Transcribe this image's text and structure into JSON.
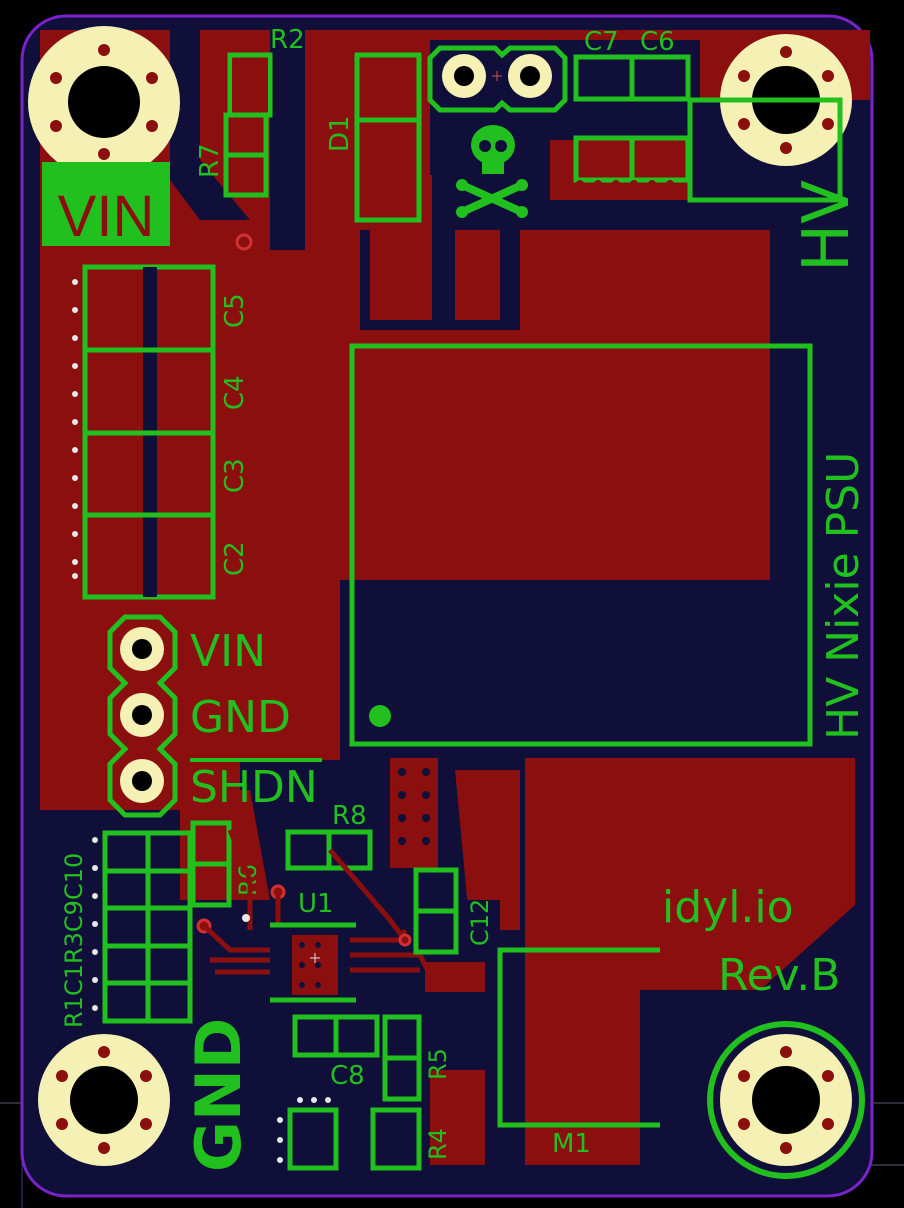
{
  "board": {
    "title_vertical": "HV Nixie PSU",
    "hv_corner": "HV",
    "brand": "idyl.io",
    "revision": "Rev.B",
    "gnd_big": "GND"
  },
  "pins": [
    {
      "label": "VIN"
    },
    {
      "label": "GND"
    },
    {
      "label": "SHDN"
    }
  ],
  "components": {
    "r2": "R2",
    "r7": "R7",
    "d1": "D1",
    "c7": "C7",
    "c6": "C6",
    "c5": "C5",
    "c4": "C4",
    "c3": "C3",
    "c2": "C2",
    "r8": "R8",
    "r6": "R6",
    "u1": "U1",
    "c12": "C12",
    "c8": "C8",
    "r5": "R5",
    "r4": "R4",
    "m1": "M1",
    "left_column": "R1C1R3C9C10"
  },
  "vin_badge": "VIN",
  "colors": {
    "board": "#0f0f3a",
    "copper": "#8b0f0f",
    "silkscreen": "#22c01f",
    "pad": "#f5f0b4",
    "outline": "#7a23c8"
  },
  "icons": [
    "skull-crossbones-icon"
  ]
}
